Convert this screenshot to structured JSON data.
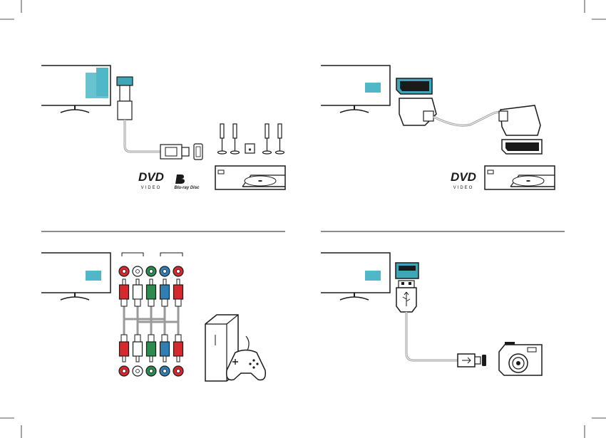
{
  "colors": {
    "line": "#1a1a1a",
    "tv_accent": "#4fb7c8",
    "hdmi_accent": "#3fa6b8",
    "red": "#d6282f",
    "green": "#2e8b4f",
    "blue": "#2f7fb5",
    "white": "#ffffff",
    "cable": "#9a9a9a"
  },
  "panels": [
    {
      "name": "hdmi-connection-panel",
      "connector": "HDMI"
    },
    {
      "name": "scart-connection-panel",
      "connector": "SCART"
    },
    {
      "name": "component-av-connection-panel",
      "connector": "Y Pb Pr + Audio L/R"
    },
    {
      "name": "usb-connection-panel",
      "connector": "USB"
    }
  ],
  "logos": {
    "dvd": "DVD",
    "dvd_sub": "VIDEO",
    "bluray": "Blu-ray Disc"
  },
  "icons": [
    "tv-icon",
    "hdmi-plug-icon",
    "scart-plug-icon",
    "rca-plug-icon",
    "usb-plug-icon",
    "speaker-icon",
    "dvd-player-icon",
    "game-console-icon",
    "gamepad-icon",
    "camera-icon"
  ],
  "rca_colors": [
    "red",
    "white",
    "green",
    "blue",
    "red"
  ]
}
